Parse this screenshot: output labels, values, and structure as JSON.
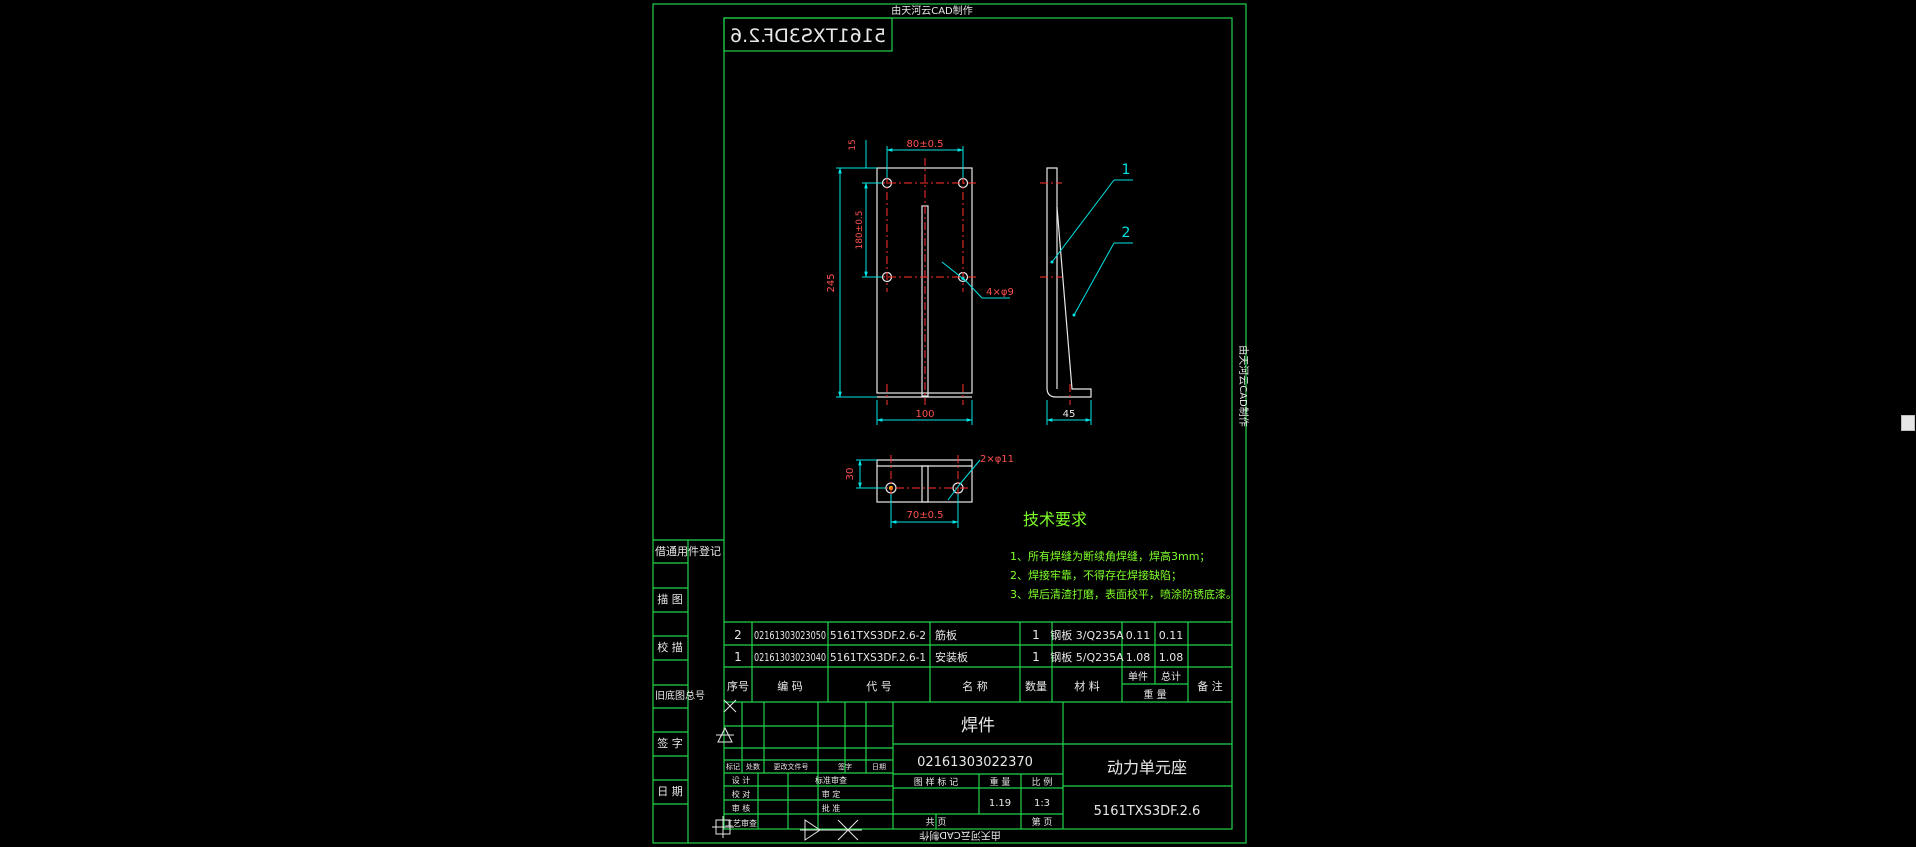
{
  "colors": {
    "background": "#000000",
    "frame": "#22d34a",
    "text": "#e8e8e8",
    "dimension": "#00e5e5",
    "center": "#ff3030",
    "dim_text_red": "#ff5050",
    "note": "#7fff2a",
    "yellow": "#ffd800"
  },
  "watermark": {
    "top": "由天河云CAD制作",
    "bottom": "由天河云CAD制作",
    "right": "由天河云CAD制作"
  },
  "drawing_number_mirrored": "5161TXS3DF.2.6",
  "front_view": {
    "dims": {
      "hole_spacing_x": "80±0.5",
      "top_offset": "15",
      "hole_spacing_y": "180±0.5",
      "height": "245",
      "holes": "4×φ9",
      "width": "100"
    }
  },
  "side_view": {
    "balloon_1": "1",
    "balloon_2": "2",
    "width": "45"
  },
  "bottom_view": {
    "depth": "30",
    "holes": "2×φ11",
    "hole_spacing": "70±0.5"
  },
  "tech_requirements": {
    "title": "技术要求",
    "items": [
      "1、所有焊缝为断续角焊缝，焊高3mm；",
      "2、焊接牢靠，不得存在焊接缺陷；",
      "3、焊后清渣打磨，表面校平，喷涂防锈底漆。"
    ]
  },
  "left_column": {
    "labels": [
      "借通用件登记",
      "描 图",
      "校 描",
      "旧底图总号",
      "签 字",
      "日 期"
    ]
  },
  "bom": {
    "rows": [
      {
        "seq": "2",
        "code": "02161303023050",
        "drawing_no": "5161TXS3DF.2.6-2",
        "name": "筋板",
        "qty": "1",
        "material": "钢板 3/Q235A",
        "unit_w": "0.11",
        "total_w": "0.11",
        "note": ""
      },
      {
        "seq": "1",
        "code": "02161303023040",
        "drawing_no": "5161TXS3DF.2.6-1",
        "name": "安装板",
        "qty": "1",
        "material": "钢板 5/Q235A",
        "unit_w": "1.08",
        "total_w": "1.08",
        "note": ""
      }
    ],
    "header": {
      "seq": "序号",
      "code": "编 码",
      "drawing_no": "代 号",
      "name": "名 称",
      "qty": "数量",
      "material": "材 料",
      "unit_w": "单件",
      "total_w": "总计",
      "weight": "重 量",
      "note": "备 注"
    }
  },
  "title_block": {
    "part_type": "焊件",
    "part_code": "02161303022370",
    "part_name": "动力单元座",
    "drawing_no": "5161TXS3DF.2.6",
    "mark": "标记",
    "zones": "处数",
    "change_doc": "更改文件号",
    "signature": "签字",
    "date": "日期",
    "design": "设 计",
    "check": "校 对",
    "review": "审 核",
    "process": "工艺审查",
    "standard": "标准审查",
    "audit": "审 定",
    "approve": "批 准",
    "stage_label": "图 样 标 记",
    "weight_label": "重 量",
    "scale_label": "比 例",
    "weight": "1.19",
    "scale": "1:3",
    "sheets_total": "共 页",
    "sheet_no": "第 页"
  }
}
